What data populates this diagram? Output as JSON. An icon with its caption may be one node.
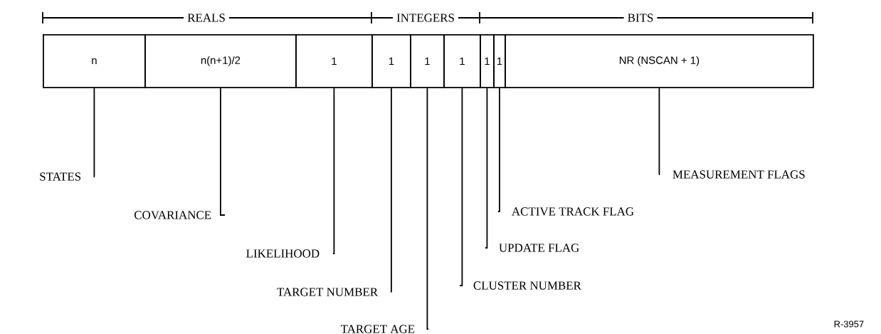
{
  "diagram": {
    "nodes": [
      {
        "text": [
          "n"
        ]
      },
      {
        "text": [
          "n(n+1)/2"
        ]
      },
      {
        "text": [
          "1"
        ]
      },
      {
        "text": [
          "1"
        ]
      },
      {
        "text": [
          "1"
        ]
      },
      {
        "text": [
          "1"
        ]
      },
      {
        "text": [
          "1"
        ]
      },
      {
        "text": [
          "1"
        ]
      },
      {
        "text": [
          "NR (NSCAN + 1)"
        ]
      },
      {
        "text": [
          "STATES"
        ]
      },
      {
        "text": [
          "COVARIANCE"
        ]
      },
      {
        "text": [
          "LIKELIHOOD"
        ]
      },
      {
        "text": [
          "TARGET NUMBER"
        ]
      },
      {
        "text": [
          "TARGET AGE"
        ]
      },
      {
        "text": [
          "MEASUREMENT FLAGS"
        ]
      },
      {
        "text": [
          "ACTIVE TRACK FLAG"
        ]
      },
      {
        "text": [
          "UPDATE FLAG"
        ]
      },
      {
        "text": [
          "CLUSTER NUMBER"
        ]
      }
    ],
    "edges": [
      {
        "from": 9,
        "to": 0,
        "arrow": "none"
      },
      {
        "from": 10,
        "to": 1,
        "arrow": "none"
      },
      {
        "from": 11,
        "to": 2,
        "arrow": "none"
      },
      {
        "from": 12,
        "to": 3,
        "arrow": "none"
      },
      {
        "from": 13,
        "to": 4,
        "arrow": "none"
      },
      {
        "from": 14,
        "to": 8,
        "arrow": "none"
      },
      {
        "from": 15,
        "to": 7,
        "arrow": "none"
      },
      {
        "from": 16,
        "to": 6,
        "arrow": "none"
      },
      {
        "from": 17,
        "to": 5,
        "arrow": "none"
      }
    ],
    "labels": [
      "REALS",
      "INTEGERS",
      "BITS",
      "R-3957"
    ]
  }
}
